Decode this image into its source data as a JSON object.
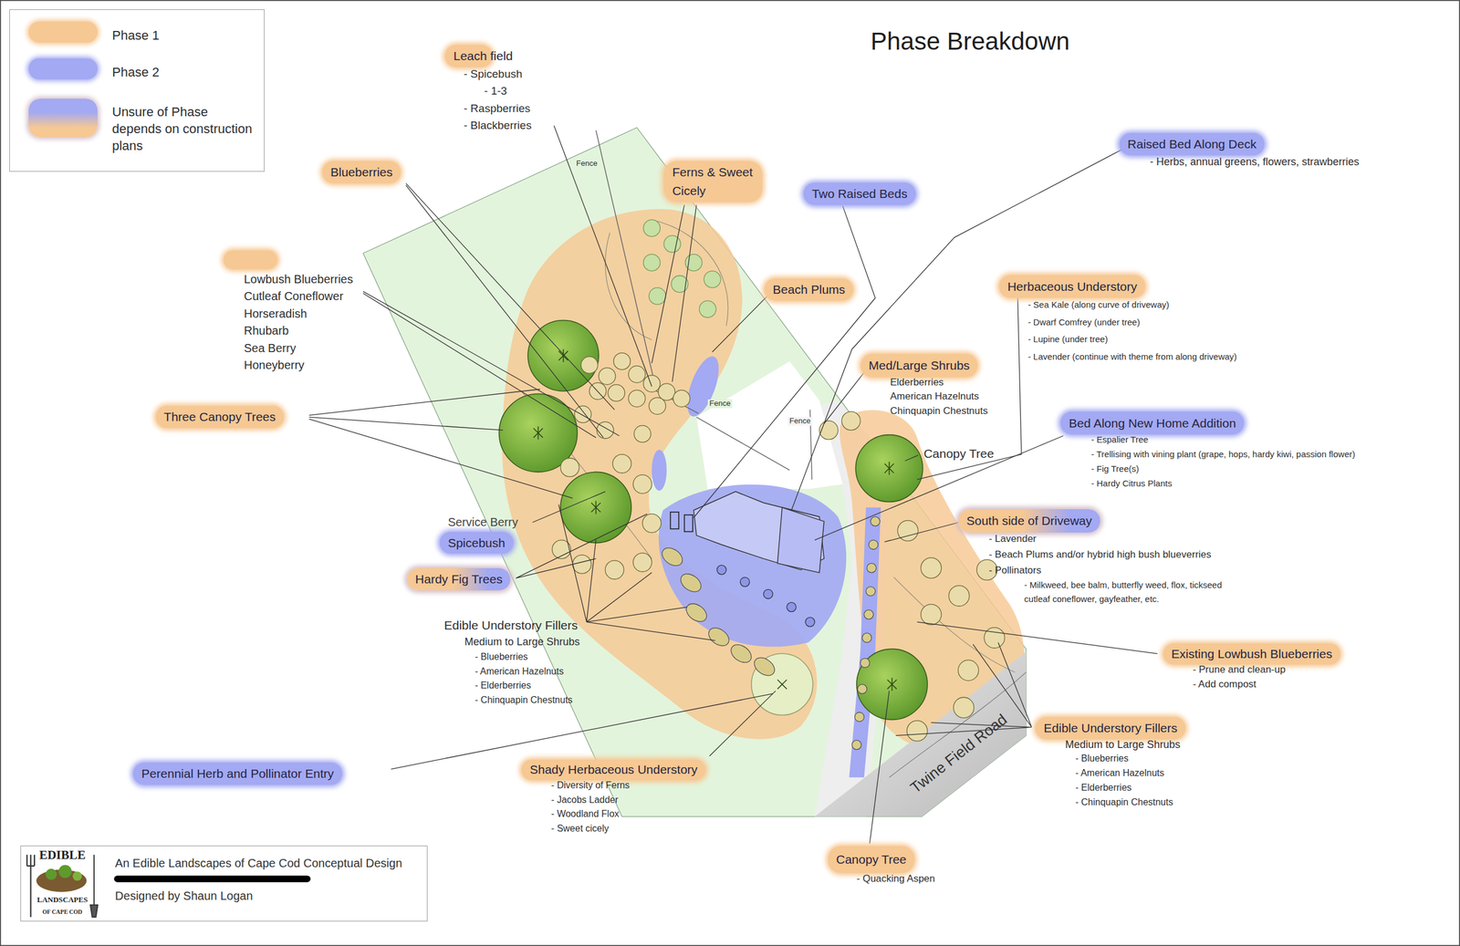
{
  "diagram": {
    "title": "Phase Breakdown",
    "nodes": [
      {
        "text": [
          "Leach field",
          "- Spicebush",
          "- 1-3",
          "- Raspberries",
          "- Blackberries"
        ]
      },
      {
        "text": [
          "Blueberries"
        ]
      },
      {
        "text": [
          "Ferns & Sweet Cicely"
        ]
      },
      {
        "text": [
          "Raised Bed Along Deck",
          "- Herbs, annual greens, flowers, strawberries"
        ]
      },
      {
        "text": [
          "Two Raised Beds"
        ]
      },
      {
        "text": [
          "Lowbush Blueberries",
          "Cutleaf Coneflower",
          "Horseradish",
          "Rhubarb",
          "Sea Berry",
          "Honeyberry"
        ]
      },
      {
        "text": [
          "Beach Plums"
        ]
      },
      {
        "text": [
          "Herbaceous Understory",
          "- Sea Kale (along curve of driveway)",
          "- Dwarf Comfrey (under tree)",
          "- Lupine (under tree)",
          "- Lavender (continue with theme from along driveway)"
        ]
      },
      {
        "text": [
          "Med/Large Shrubs",
          "Elderberries",
          "American Hazelnuts",
          "Chinquapin Chestnuts"
        ]
      },
      {
        "text": [
          "Three Canopy Trees"
        ]
      },
      {
        "text": [
          "Bed Along New Home Addition",
          "- Espalier Tree",
          "- Trellising with vining plant (grape, hops, hardy kiwi, passion flower)",
          "- Fig Tree(s)",
          "- Hardy Citrus Plants"
        ]
      },
      {
        "text": [
          "South side of Driveway",
          "- Lavender",
          "- Beach Plums and/or hybrid high bush blueverries",
          "- Pollinators",
          "- Milkweed, bee balm, butterfly weed, flox, tickseed cutleaf coneflower, gayfeather, etc."
        ]
      },
      {
        "text": [
          "Spicebush"
        ]
      },
      {
        "text": [
          "Hardy Fig Trees"
        ]
      },
      {
        "text": [
          "Existing Lowbush Blueberries",
          "- Prune and clean-up",
          "- Add compost"
        ]
      },
      {
        "text": [
          "Edible Understory Fillers",
          "Medium to Large Shrubs",
          "- Blueberries",
          "- American Hazelnuts",
          "- Elderberries",
          "- Chinquapin Chestnuts"
        ]
      },
      {
        "text": [
          "Shady Herbaceous Understory",
          "- Diversity of Ferns",
          "- Jacobs Ladder",
          "- Woodland Flox",
          "- Sweet cicely"
        ]
      },
      {
        "text": [
          "Perennial Herb and Pollinator Entry"
        ]
      },
      {
        "text": [
          "Canopy Tree",
          "- Quacking Aspen"
        ]
      },
      {
        "text": [
          "An Edible Landscapes of Cape Cod Conceptual Design",
          "Designed by Shaun Logan"
        ]
      }
    ],
    "labels": [
      "Fence",
      "Fence",
      "Fence",
      "Canopy Tree",
      "Service Berry",
      "Edible Understory Fillers",
      "Medium to Large Shrubs",
      "- Blueberries",
      "- American Hazelnuts",
      "- Elderberries",
      "- Chinquapin Chestnuts",
      "Twine Field Road",
      "EDIBLE",
      "LANDSCAPES",
      "OF CAPE COD"
    ],
    "legend": [
      {
        "text": "Phase 1",
        "color": "#f6c893"
      },
      {
        "text": "Phase 2",
        "color": "#a3a9f2"
      },
      {
        "text": "Unsure of Phase depends on construction plans"
      }
    ]
  }
}
